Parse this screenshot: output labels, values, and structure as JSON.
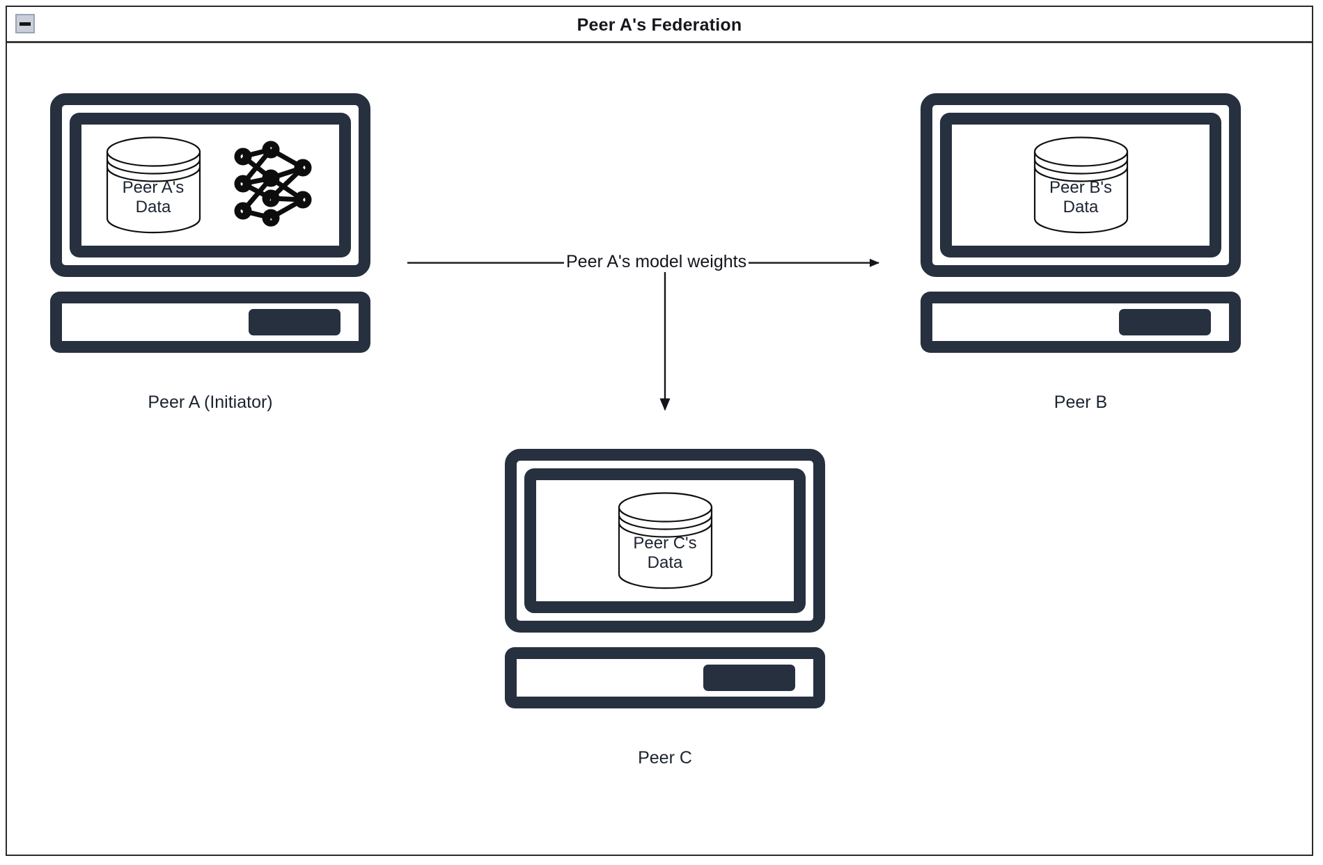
{
  "window": {
    "title": "Peer A's Federation",
    "collapse_icon": "minimize-icon"
  },
  "colors": {
    "device_dark": "#27303f",
    "text": "#1b2330",
    "stroke": "#13151b",
    "background": "#ffffff",
    "titlebar_border": "#3a3a3a"
  },
  "nodes": [
    {
      "id": "peer-a",
      "label": "Peer A (Initiator)",
      "database_label_line1": "Peer A's",
      "database_label_line2": "Data",
      "has_model": true,
      "model_icon": "neural-network-icon"
    },
    {
      "id": "peer-b",
      "label": "Peer B",
      "database_label_line1": "Peer B's",
      "database_label_line2": "Data",
      "has_model": false
    },
    {
      "id": "peer-c",
      "label": "Peer C",
      "database_label_line1": "Peer C's",
      "database_label_line2": "Data",
      "has_model": false
    }
  ],
  "edges": [
    {
      "id": "a-to-b",
      "label": "Peer A's model weights",
      "from": "peer-a",
      "to": "peer-b",
      "direction": "right"
    },
    {
      "id": "a-to-c",
      "label": "",
      "from": "peer-a",
      "to": "peer-c",
      "direction": "down"
    }
  ],
  "neural_network": {
    "layers": [
      3,
      4,
      2
    ],
    "node_style": "ring"
  }
}
